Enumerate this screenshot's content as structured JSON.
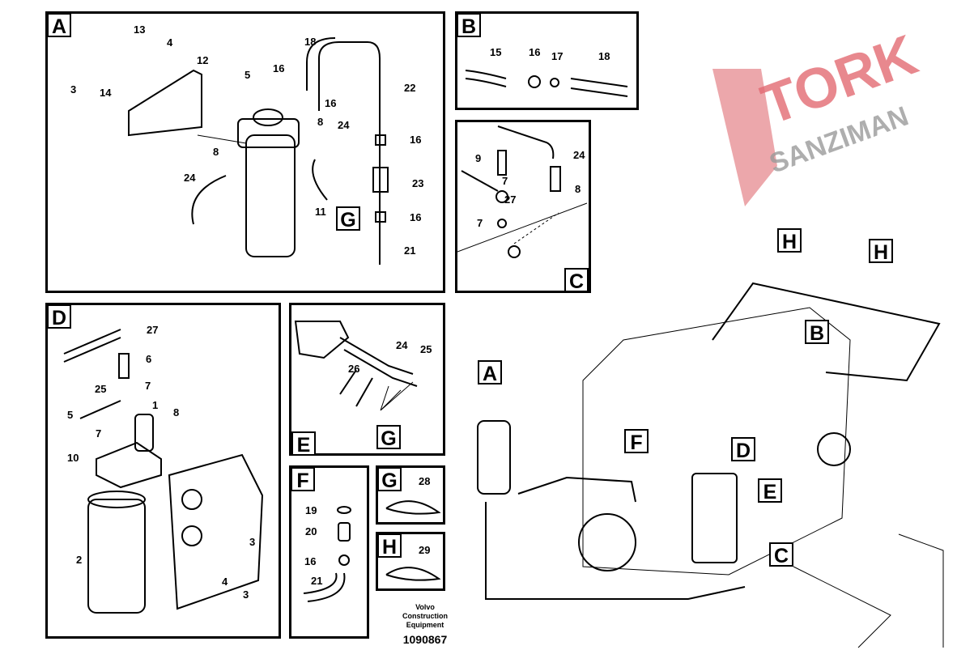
{
  "panels": {
    "A": {
      "label": "A",
      "callouts": [
        "13",
        "4",
        "12",
        "5",
        "3",
        "14",
        "16",
        "18",
        "16",
        "22",
        "8",
        "24",
        "16",
        "8",
        "23",
        "24",
        "11",
        "16",
        "21"
      ],
      "ref": "G"
    },
    "B": {
      "label": "B",
      "callouts": [
        "15",
        "16",
        "17",
        "18"
      ]
    },
    "C": {
      "label": "C",
      "callouts": [
        "9",
        "24",
        "7",
        "27",
        "8",
        "7"
      ]
    },
    "D": {
      "label": "D",
      "callouts": [
        "27",
        "6",
        "25",
        "7",
        "1",
        "5",
        "8",
        "7",
        "10",
        "3",
        "2",
        "4",
        "3"
      ]
    },
    "E": {
      "label": "E",
      "callouts": [
        "24",
        "25",
        "26"
      ],
      "ref": "G"
    },
    "F": {
      "label": "F",
      "callouts": [
        "19",
        "20",
        "16",
        "21"
      ]
    },
    "G": {
      "label": "G",
      "callouts": [
        "28"
      ]
    },
    "H": {
      "label": "H",
      "callouts": [
        "29"
      ]
    }
  },
  "engine_refs": [
    "A",
    "F",
    "D",
    "E",
    "C",
    "B",
    "H",
    "H"
  ],
  "footer": {
    "company": "Volvo Construction Equipment",
    "doc_number": "1090867"
  },
  "watermark": {
    "line1": "TORK",
    "line2": "SANZIMAN"
  }
}
